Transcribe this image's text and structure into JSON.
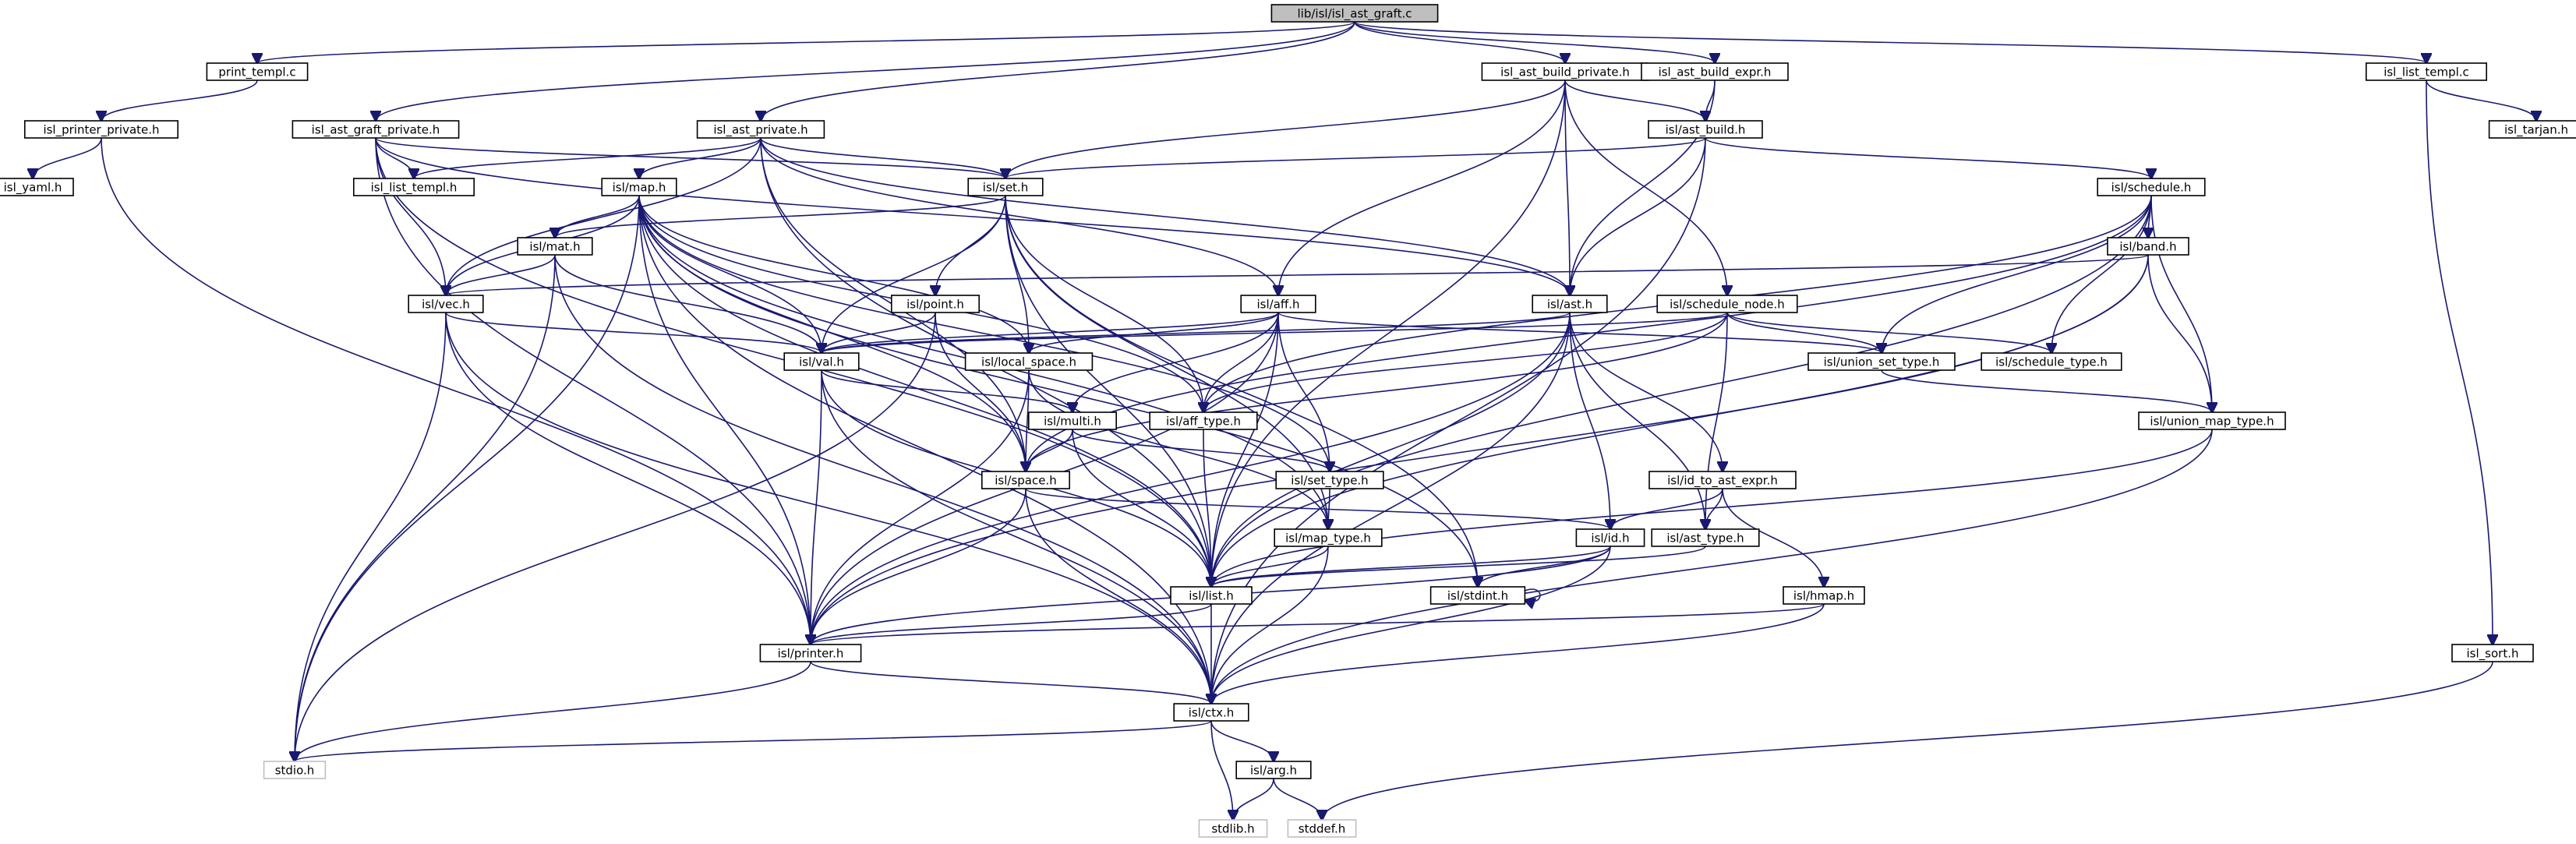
{
  "nodes": [
    {
      "id": "root",
      "label": "lib/isl/isl_ast_graft.c",
      "style": "root"
    },
    {
      "id": "print_templ",
      "label": "print_templ.c"
    },
    {
      "id": "ast_build_private",
      "label": "isl_ast_build_private.h"
    },
    {
      "id": "ast_build_expr",
      "label": "isl_ast_build_expr.h"
    },
    {
      "id": "list_templ_c",
      "label": "isl_list_templ.c"
    },
    {
      "id": "printer_private",
      "label": "isl_printer_private.h"
    },
    {
      "id": "ast_graft_private",
      "label": "isl_ast_graft_private.h"
    },
    {
      "id": "ast_private",
      "label": "isl_ast_private.h"
    },
    {
      "id": "ast_build",
      "label": "isl/ast_build.h"
    },
    {
      "id": "tarjan",
      "label": "isl_tarjan.h"
    },
    {
      "id": "yaml",
      "label": "isl_yaml.h"
    },
    {
      "id": "list_templ_h",
      "label": "isl_list_templ.h"
    },
    {
      "id": "map",
      "label": "isl/map.h"
    },
    {
      "id": "set",
      "label": "isl/set.h"
    },
    {
      "id": "schedule",
      "label": "isl/schedule.h"
    },
    {
      "id": "mat",
      "label": "isl/mat.h"
    },
    {
      "id": "band",
      "label": "isl/band.h"
    },
    {
      "id": "vec",
      "label": "isl/vec.h"
    },
    {
      "id": "point",
      "label": "isl/point.h"
    },
    {
      "id": "aff",
      "label": "isl/aff.h"
    },
    {
      "id": "ast",
      "label": "isl/ast.h"
    },
    {
      "id": "schedule_node",
      "label": "isl/schedule_node.h"
    },
    {
      "id": "val",
      "label": "isl/val.h"
    },
    {
      "id": "local_space",
      "label": "isl/local_space.h"
    },
    {
      "id": "union_set_type",
      "label": "isl/union_set_type.h"
    },
    {
      "id": "schedule_type",
      "label": "isl/schedule_type.h"
    },
    {
      "id": "aff_type",
      "label": "isl/aff_type.h"
    },
    {
      "id": "union_map_type",
      "label": "isl/union_map_type.h"
    },
    {
      "id": "multi",
      "label": "isl/multi.h"
    },
    {
      "id": "space",
      "label": "isl/space.h"
    },
    {
      "id": "set_type",
      "label": "isl/set_type.h"
    },
    {
      "id": "id_to_ast_expr",
      "label": "isl/id_to_ast_expr.h"
    },
    {
      "id": "map_type",
      "label": "isl/map_type.h"
    },
    {
      "id": "id",
      "label": "isl/id.h"
    },
    {
      "id": "ast_type",
      "label": "isl/ast_type.h"
    },
    {
      "id": "list",
      "label": "isl/list.h"
    },
    {
      "id": "stdint",
      "label": "isl/stdint.h"
    },
    {
      "id": "hmap",
      "label": "isl/hmap.h"
    },
    {
      "id": "printer",
      "label": "isl/printer.h"
    },
    {
      "id": "sort",
      "label": "isl_sort.h"
    },
    {
      "id": "ctx",
      "label": "isl/ctx.h"
    },
    {
      "id": "stdio",
      "label": "stdio.h",
      "style": "ext"
    },
    {
      "id": "arg",
      "label": "isl/arg.h"
    },
    {
      "id": "stdlib",
      "label": "stdlib.h",
      "style": "ext"
    },
    {
      "id": "stddef",
      "label": "stddef.h",
      "style": "ext"
    }
  ],
  "edges": [
    [
      "root",
      "print_templ"
    ],
    [
      "root",
      "ast_build_private"
    ],
    [
      "root",
      "ast_build_expr"
    ],
    [
      "root",
      "list_templ_c"
    ],
    [
      "root",
      "ast_graft_private"
    ],
    [
      "root",
      "ast_private"
    ],
    [
      "print_templ",
      "printer_private"
    ],
    [
      "printer_private",
      "yaml"
    ],
    [
      "printer_private",
      "printer"
    ],
    [
      "ast_graft_private",
      "list_templ_h"
    ],
    [
      "ast_graft_private",
      "set"
    ],
    [
      "ast_graft_private",
      "vec"
    ],
    [
      "ast_graft_private",
      "list"
    ],
    [
      "ast_graft_private",
      "printer"
    ],
    [
      "ast_graft_private",
      "ast"
    ],
    [
      "ast_private",
      "list_templ_h"
    ],
    [
      "ast_private",
      "map"
    ],
    [
      "ast_private",
      "set"
    ],
    [
      "ast_private",
      "vec"
    ],
    [
      "ast_private",
      "aff"
    ],
    [
      "ast_private",
      "ast"
    ],
    [
      "ast_private",
      "list"
    ],
    [
      "ast_private",
      "space"
    ],
    [
      "ast_build_private",
      "ast_build"
    ],
    [
      "ast_build_private",
      "set"
    ],
    [
      "ast_build_private",
      "aff"
    ],
    [
      "ast_build_private",
      "ast"
    ],
    [
      "ast_build_private",
      "schedule_node"
    ],
    [
      "ast_build_private",
      "list"
    ],
    [
      "ast_build_expr",
      "ast_build"
    ],
    [
      "ast_build_expr",
      "ast"
    ],
    [
      "ast_build",
      "set"
    ],
    [
      "ast_build",
      "ast"
    ],
    [
      "ast_build",
      "schedule"
    ],
    [
      "ast_build",
      "ctx"
    ],
    [
      "list_templ_c",
      "tarjan"
    ],
    [
      "list_templ_c",
      "sort"
    ],
    [
      "map",
      "mat"
    ],
    [
      "map",
      "vec"
    ],
    [
      "map",
      "val"
    ],
    [
      "map",
      "local_space"
    ],
    [
      "map",
      "aff_type"
    ],
    [
      "map",
      "space"
    ],
    [
      "map",
      "set_type"
    ],
    [
      "map",
      "map_type"
    ],
    [
      "map",
      "list"
    ],
    [
      "map",
      "stdint"
    ],
    [
      "map",
      "printer"
    ],
    [
      "map",
      "stdio"
    ],
    [
      "map",
      "ctx"
    ],
    [
      "set",
      "mat"
    ],
    [
      "set",
      "point"
    ],
    [
      "set",
      "val"
    ],
    [
      "set",
      "local_space"
    ],
    [
      "set",
      "aff_type"
    ],
    [
      "set",
      "list"
    ],
    [
      "set",
      "map_type"
    ],
    [
      "set",
      "stdint"
    ],
    [
      "schedule",
      "band"
    ],
    [
      "schedule",
      "union_set_type"
    ],
    [
      "schedule",
      "union_map_type"
    ],
    [
      "schedule",
      "schedule_type"
    ],
    [
      "schedule",
      "space"
    ],
    [
      "schedule",
      "aff_type"
    ],
    [
      "schedule",
      "list"
    ],
    [
      "band",
      "vec"
    ],
    [
      "band",
      "union_map_type"
    ],
    [
      "band",
      "list"
    ],
    [
      "band",
      "printer"
    ],
    [
      "mat",
      "vec"
    ],
    [
      "mat",
      "val"
    ],
    [
      "mat",
      "stdio"
    ],
    [
      "mat",
      "ctx"
    ],
    [
      "vec",
      "val"
    ],
    [
      "vec",
      "printer"
    ],
    [
      "vec",
      "stdio"
    ],
    [
      "vec",
      "ctx"
    ],
    [
      "point",
      "val"
    ],
    [
      "point",
      "space"
    ],
    [
      "point",
      "stdio"
    ],
    [
      "aff",
      "local_space"
    ],
    [
      "aff",
      "val"
    ],
    [
      "aff",
      "aff_type"
    ],
    [
      "aff",
      "multi"
    ],
    [
      "aff",
      "set_type"
    ],
    [
      "aff",
      "list"
    ],
    [
      "aff",
      "printer"
    ],
    [
      "aff",
      "union_set_type"
    ],
    [
      "ast",
      "val"
    ],
    [
      "ast",
      "id"
    ],
    [
      "ast",
      "id_to_ast_expr"
    ],
    [
      "ast",
      "ast_type"
    ],
    [
      "ast",
      "list"
    ],
    [
      "ast",
      "printer"
    ],
    [
      "ast",
      "ctx"
    ],
    [
      "schedule_node",
      "schedule_type"
    ],
    [
      "schedule_node",
      "union_set_type"
    ],
    [
      "schedule_node",
      "aff_type"
    ],
    [
      "schedule_node",
      "val"
    ],
    [
      "schedule_node",
      "space"
    ],
    [
      "schedule_node",
      "ast_type"
    ],
    [
      "val",
      "multi"
    ],
    [
      "val",
      "list"
    ],
    [
      "val",
      "printer"
    ],
    [
      "val",
      "ctx"
    ],
    [
      "local_space",
      "space"
    ],
    [
      "local_space",
      "map_type"
    ],
    [
      "local_space",
      "printer"
    ],
    [
      "union_set_type",
      "union_map_type"
    ],
    [
      "union_map_type",
      "ctx"
    ],
    [
      "union_map_type",
      "list"
    ],
    [
      "aff_type",
      "list"
    ],
    [
      "multi",
      "space"
    ],
    [
      "multi",
      "list"
    ],
    [
      "multi",
      "set_type"
    ],
    [
      "space",
      "id"
    ],
    [
      "space",
      "printer"
    ],
    [
      "space",
      "ctx"
    ],
    [
      "set_type",
      "map_type"
    ],
    [
      "id_to_ast_expr",
      "id"
    ],
    [
      "id_to_ast_expr",
      "ast_type"
    ],
    [
      "id_to_ast_expr",
      "hmap"
    ],
    [
      "map_type",
      "list"
    ],
    [
      "map_type",
      "ctx"
    ],
    [
      "id",
      "list"
    ],
    [
      "id",
      "printer"
    ],
    [
      "id",
      "ctx"
    ],
    [
      "id",
      "stdint"
    ],
    [
      "ast_type",
      "list"
    ],
    [
      "list",
      "printer"
    ],
    [
      "list",
      "ctx"
    ],
    [
      "stdint",
      "stdint"
    ],
    [
      "hmap",
      "printer"
    ],
    [
      "hmap",
      "ctx"
    ],
    [
      "printer",
      "stdio"
    ],
    [
      "printer",
      "ctx"
    ],
    [
      "sort",
      "stddef"
    ],
    [
      "ctx",
      "stdio"
    ],
    [
      "ctx",
      "stdlib"
    ],
    [
      "ctx",
      "arg"
    ],
    [
      "arg",
      "stdlib"
    ],
    [
      "arg",
      "stddef"
    ]
  ]
}
